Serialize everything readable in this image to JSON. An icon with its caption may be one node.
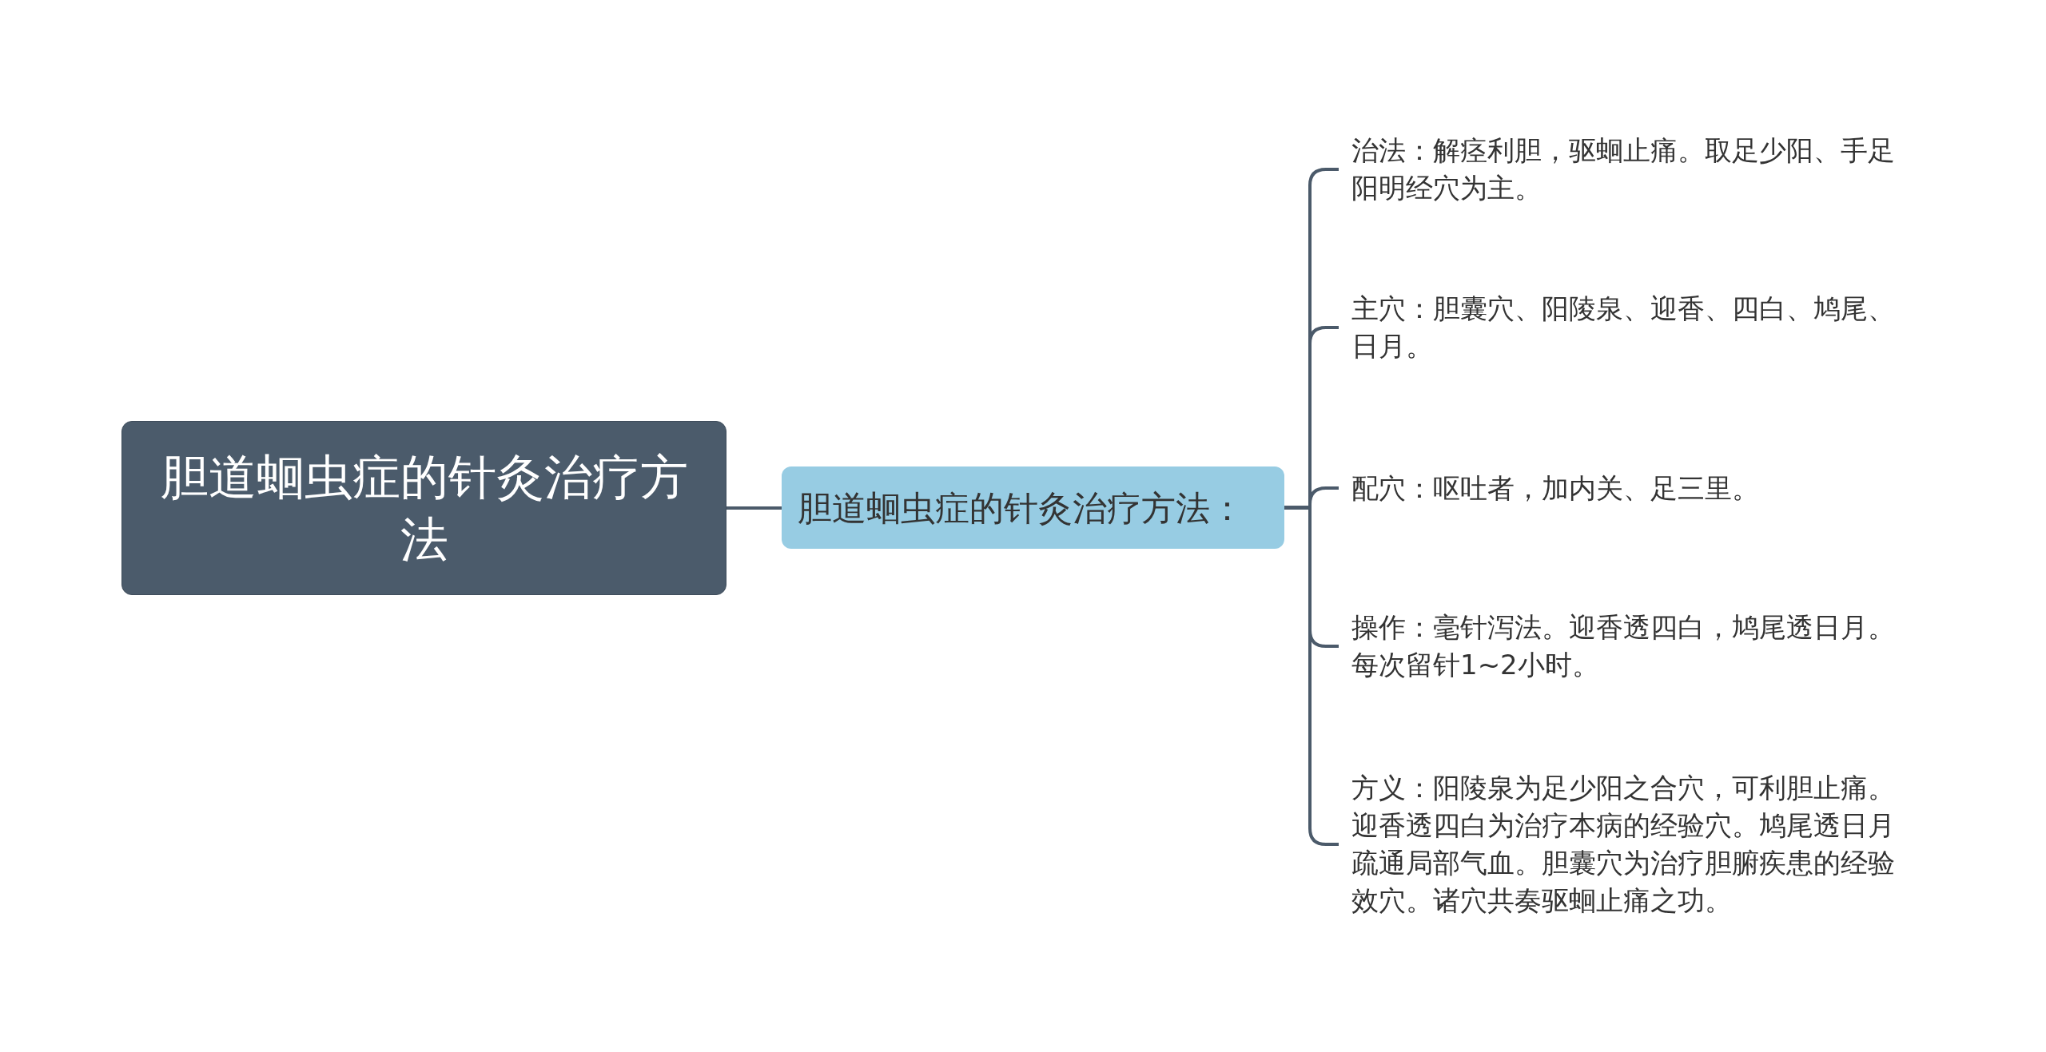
{
  "diagram": {
    "nodes": [
      {
        "text": [
          "胆道蛔虫症的针灸治疗方法"
        ]
      },
      {
        "text": [
          "胆道蛔虫症的针灸治疗方法："
        ]
      },
      {
        "text": [
          "治法：解痉利胆，驱蛔止痛。取足少阳、手足阳明经穴为主。"
        ]
      },
      {
        "text": [
          "主穴：胆囊穴、阳陵泉、迎香、四白、鸠尾、日月。"
        ]
      },
      {
        "text": [
          "配穴：呕吐者，加内关、足三里。"
        ]
      },
      {
        "text": [
          "操作：毫针泻法。迎香透四白，鸠尾透日月。每次留针1~2小时。"
        ]
      },
      {
        "text": [
          "方义：阳陵泉为足少阳之合穴，可利胆止痛。迎香透四白为治疗本病的经验穴。鸠尾透日月疏通局部气血。胆囊穴为治疗胆腑疾患的经验效穴。诸穴共奏驱蛔止痛之功。"
        ]
      }
    ],
    "edges": [
      {
        "from": 0,
        "to": 1,
        "arrow": "none"
      },
      {
        "from": 1,
        "to": 2,
        "arrow": "none"
      },
      {
        "from": 1,
        "to": 3,
        "arrow": "none"
      },
      {
        "from": 1,
        "to": 4,
        "arrow": "none"
      },
      {
        "from": 1,
        "to": 5,
        "arrow": "none"
      },
      {
        "from": 1,
        "to": 6,
        "arrow": "none"
      }
    ]
  }
}
